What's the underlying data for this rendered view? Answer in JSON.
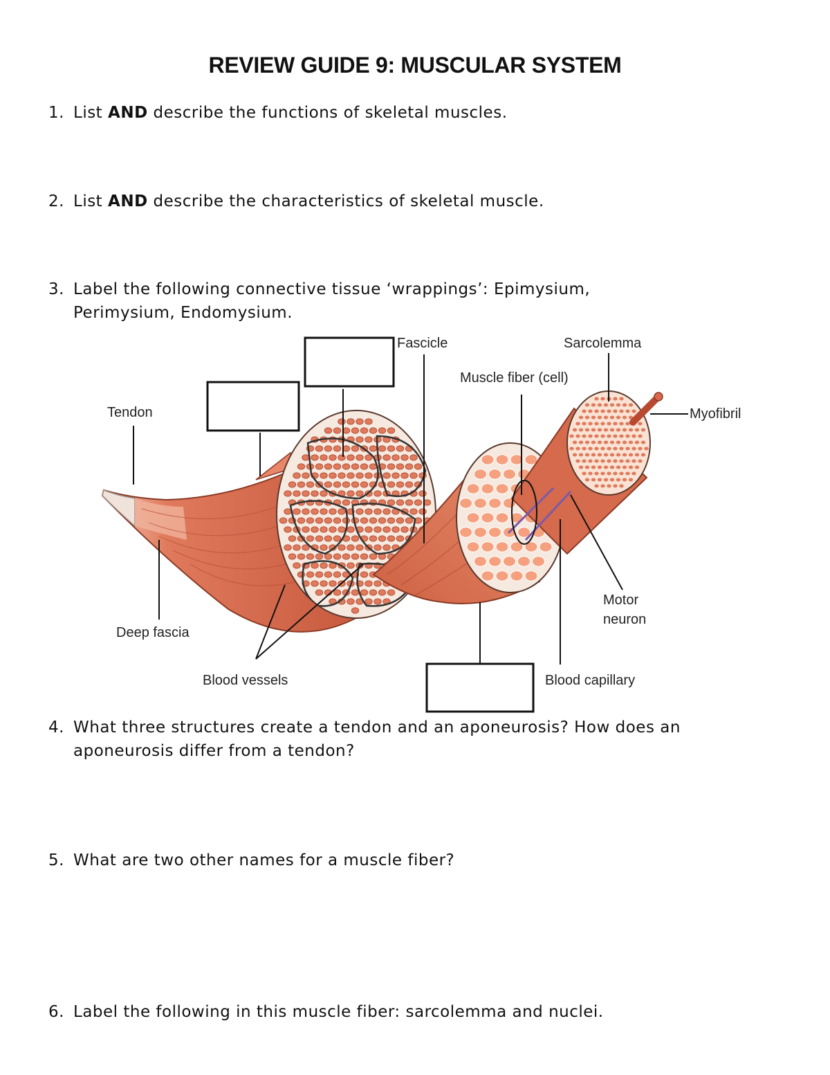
{
  "title": "REVIEW GUIDE 9: MUSCULAR SYSTEM",
  "questions": [
    {
      "number": "1.",
      "pre": "List ",
      "bold": "AND",
      "post": " describe the functions of skeletal muscles."
    },
    {
      "number": "2.",
      "pre": "List ",
      "bold": "AND",
      "post": " describe the characteristics of skeletal muscle."
    },
    {
      "number": "3.",
      "line1": "Label the following connective tissue ‘wrappings’: Epimysium,",
      "line2": "Perimysium, Endomysium."
    },
    {
      "number": "4.",
      "line1": "What three structures create a tendon and an aponeurosis? How does an",
      "line2": "aponeurosis differ from a tendon?"
    },
    {
      "number": "5.",
      "text": "What are two other names for a muscle fiber?"
    },
    {
      "number": "6.",
      "text": "Label the following in this muscle fiber: sarcolemma and nuclei."
    }
  ],
  "figure": {
    "labels": {
      "fascicle": "Fascicle",
      "sarcolemma": "Sarcolemma",
      "muscle_fiber": "Muscle fiber (cell)",
      "tendon": "Tendon",
      "myofibril": "Myofibril",
      "deep_fascia": "Deep fascia",
      "motor": "Motor",
      "neuron": "neuron",
      "blood_vessels": "Blood vessels",
      "blood_capillary": "Blood capillary"
    },
    "colors": {
      "muscle": "#e07a5c",
      "muscle_dark": "#c4553a",
      "fiber": "#f5a07e",
      "fascia": "#f6e9df",
      "tendon": "#eee6e0"
    }
  }
}
